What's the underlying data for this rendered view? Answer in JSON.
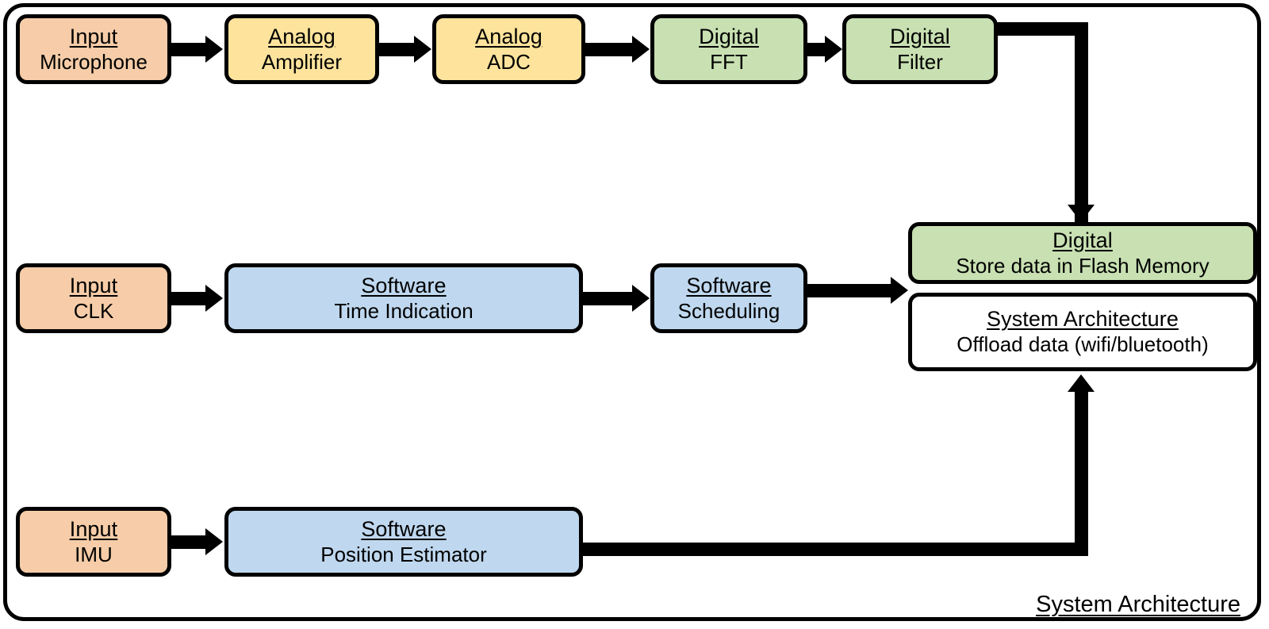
{
  "diagram": {
    "caption": "System Architecture",
    "colors": {
      "input": "#f6cda8",
      "analog": "#fde39c",
      "digital": "#c8e0b2",
      "software": "#bfd8ef",
      "system": "#ffffff",
      "line": "#000000"
    }
  },
  "blocks": {
    "microphone": {
      "title": "Input",
      "subtitle": "Microphone"
    },
    "amplifier": {
      "title": "Analog",
      "subtitle": "Amplifier"
    },
    "adc": {
      "title": "Analog",
      "subtitle": "ADC"
    },
    "fft": {
      "title": "Digital",
      "subtitle": "FFT"
    },
    "filter": {
      "title": "Digital",
      "subtitle": "Filter"
    },
    "clk": {
      "title": "Input",
      "subtitle": "CLK"
    },
    "time_indication": {
      "title": "Software",
      "subtitle": "Time Indication"
    },
    "scheduling": {
      "title": "Software",
      "subtitle": "Scheduling"
    },
    "imu": {
      "title": "Input",
      "subtitle": "IMU"
    },
    "position": {
      "title": "Software",
      "subtitle": "Position Estimator"
    },
    "flash_store": {
      "title": "Digital",
      "subtitle": "Store data in Flash Memory"
    },
    "offload": {
      "title": "System Architecture",
      "subtitle": "Offload data (wifi/bluetooth)"
    }
  }
}
